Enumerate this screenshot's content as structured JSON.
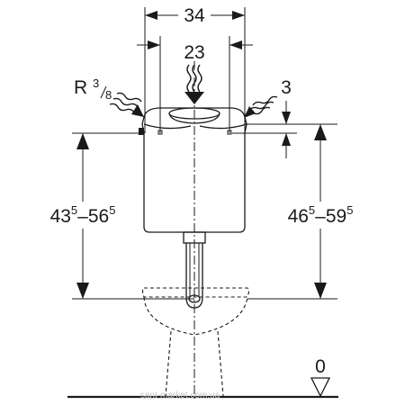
{
  "dimensions": {
    "top_width": "34",
    "inlet_width": "23",
    "gap": "3",
    "thread": {
      "prefix": "R ",
      "num": "3",
      "den": "8"
    },
    "left_height": {
      "a": "43",
      "a_sup": "5",
      "sep": "–",
      "b": "56",
      "b_sup": "5"
    },
    "right_height": {
      "a": "46",
      "a_sup": "5",
      "sep": "–",
      "b": "59",
      "b_sup": "5"
    },
    "floor_level": "0"
  },
  "watermark": "sant-market.com.ua"
}
